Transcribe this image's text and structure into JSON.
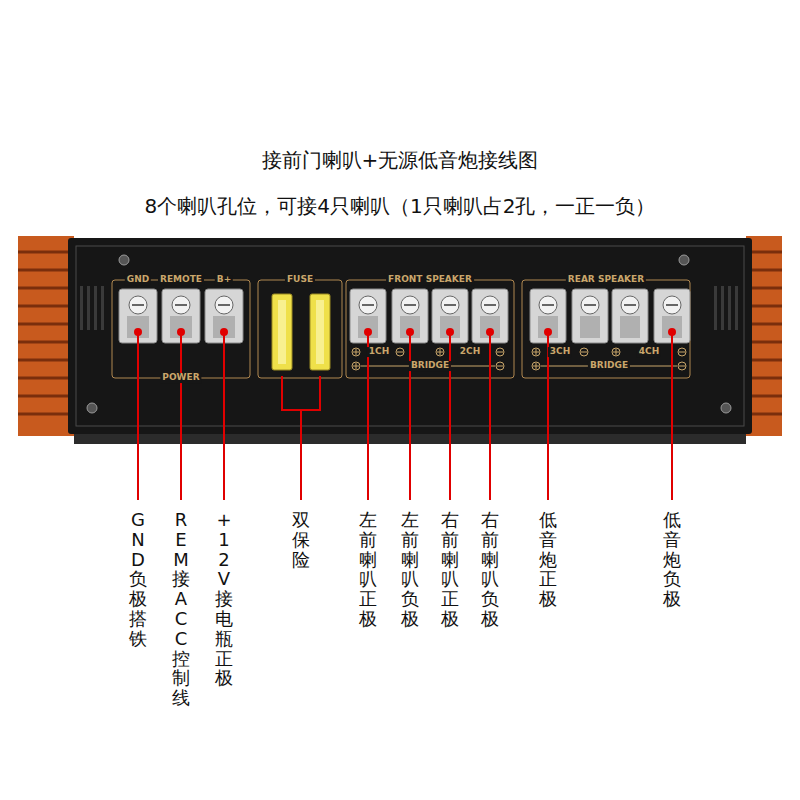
{
  "diagram": {
    "title": "接前门喇叭+无源低音炮接线图",
    "labels": [
      "8个喇叭孔位，可接4只喇叭（1只喇叭占2孔，一正一负）",
      "GND",
      "REMOTE",
      "B+",
      "POWER",
      "FUSE",
      "FRONT SPEAKER",
      "REAR SPEAKER",
      "1CH",
      "2CH",
      "BRIDGE",
      "3CH",
      "4CH",
      "BRIDGE",
      "GND负极搭铁",
      "REM接ACC控制线",
      "+12V接电瓶正极",
      "双保险",
      "左前喇叭正极",
      "左前喇叭负极",
      "右前喇叭正极",
      "右前喇叭负极",
      "低音炮正极",
      "低音炮负极"
    ]
  }
}
